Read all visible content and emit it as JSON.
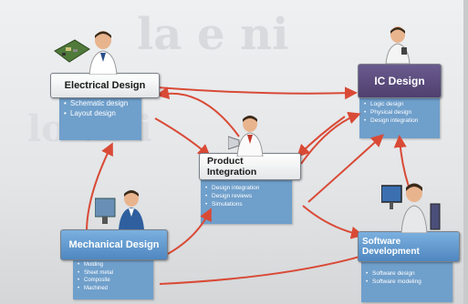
{
  "colors": {
    "arrow": "#d94a36",
    "blue_body": "#6f9fcb",
    "purple_head": "#5a4a7c"
  },
  "nodes": {
    "electrical": {
      "title": "Electrical Design",
      "items": [
        "Schematic design",
        "Layout design"
      ]
    },
    "ic": {
      "title": "IC Design",
      "items": [
        "Logic design",
        "Physical design",
        "Design integration"
      ]
    },
    "product": {
      "title": "Product Integration",
      "items": [
        "Design integration",
        "Design reviews",
        "Simulations"
      ]
    },
    "mechanical": {
      "title": "Mechanical Design",
      "items": [
        "Molding",
        "Sheet metal",
        "Composite",
        "Machined"
      ]
    },
    "software": {
      "title": "Software Development",
      "items": [
        "Software design",
        "Software modeling"
      ]
    }
  }
}
